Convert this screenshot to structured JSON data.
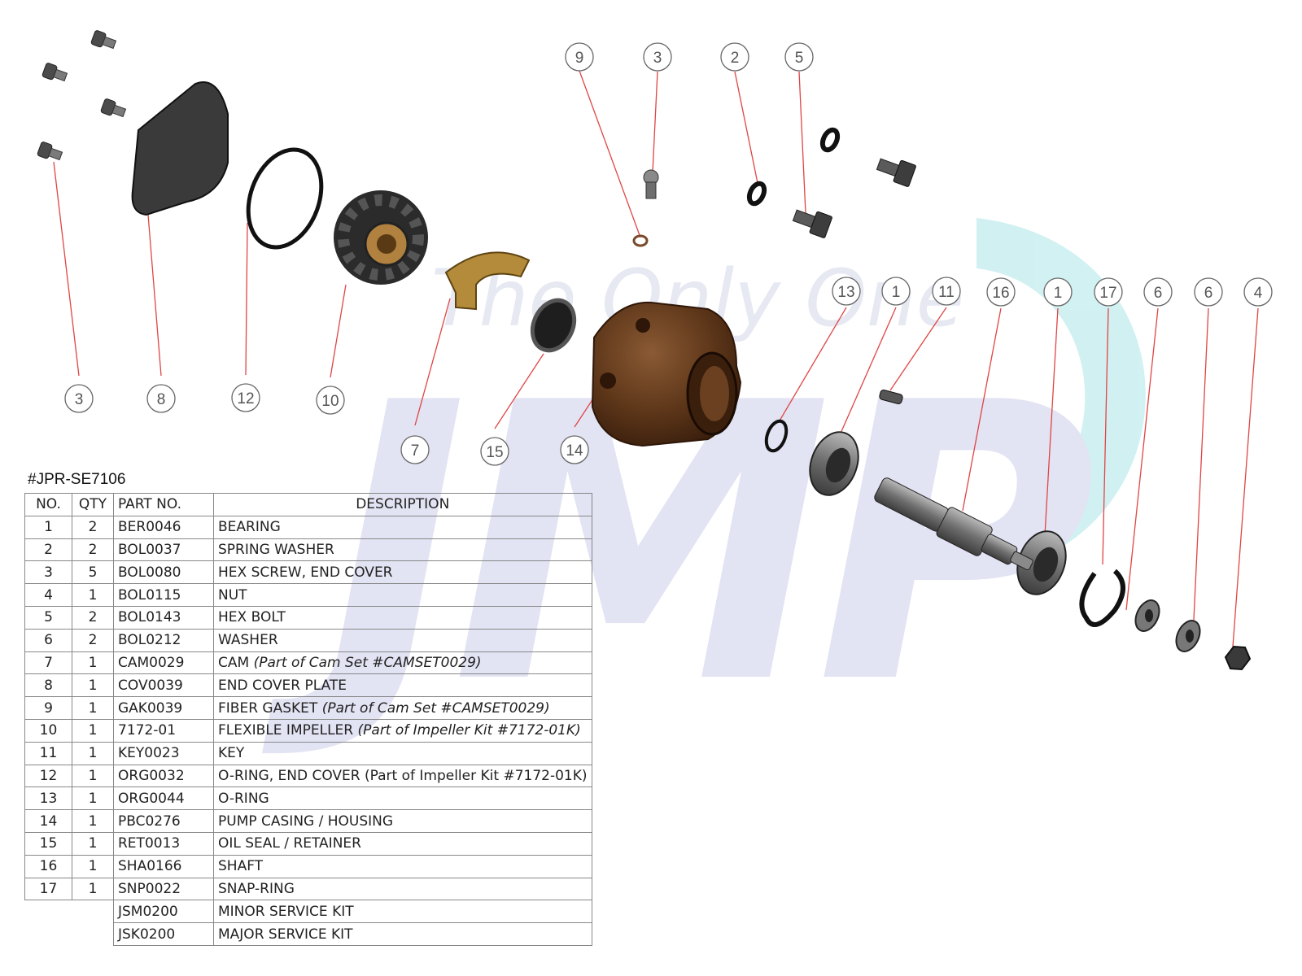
{
  "watermark": {
    "text": "The Only One",
    "logo": "JMP",
    "logo_colors": [
      "#dfe1f2",
      "#cdeff1"
    ]
  },
  "callouts": [
    "9",
    "3",
    "2",
    "5",
    "3",
    "8",
    "12",
    "10",
    "7",
    "15",
    "14",
    "13",
    "1",
    "11",
    "16",
    "1",
    "17",
    "6",
    "6",
    "4"
  ],
  "parts_list": {
    "kit_code": "#JPR-SE7106",
    "headers": {
      "no": "NO.",
      "qty": "QTY",
      "part_no": "PART NO.",
      "description": "DESCRIPTION"
    },
    "rows": [
      {
        "no": "1",
        "qty": "2",
        "part_no": "BER0046",
        "description": "BEARING",
        "note": ""
      },
      {
        "no": "2",
        "qty": "2",
        "part_no": "BOL0037",
        "description": "SPRING WASHER",
        "note": ""
      },
      {
        "no": "3",
        "qty": "5",
        "part_no": "BOL0080",
        "description": "HEX SCREW, END COVER",
        "note": ""
      },
      {
        "no": "4",
        "qty": "1",
        "part_no": "BOL0115",
        "description": "NUT",
        "note": ""
      },
      {
        "no": "5",
        "qty": "2",
        "part_no": "BOL0143",
        "description": "HEX BOLT",
        "note": ""
      },
      {
        "no": "6",
        "qty": "2",
        "part_no": "BOL0212",
        "description": "WASHER",
        "note": ""
      },
      {
        "no": "7",
        "qty": "1",
        "part_no": "CAM0029",
        "description": "CAM",
        "note": "(Part of Cam Set #CAMSET0029)"
      },
      {
        "no": "8",
        "qty": "1",
        "part_no": "COV0039",
        "description": "END COVER PLATE",
        "note": ""
      },
      {
        "no": "9",
        "qty": "1",
        "part_no": "GAK0039",
        "description": "FIBER GASKET",
        "note": "(Part of Cam Set #CAMSET0029)"
      },
      {
        "no": "10",
        "qty": "1",
        "part_no": "7172-01",
        "description": "FLEXIBLE IMPELLER",
        "note": "(Part of Impeller Kit #7172-01K)"
      },
      {
        "no": "11",
        "qty": "1",
        "part_no": "KEY0023",
        "description": "KEY",
        "note": ""
      },
      {
        "no": "12",
        "qty": "1",
        "part_no": "ORG0032",
        "description": "O-RING, END COVER (Part of Impeller Kit #7172-01K)",
        "note": ""
      },
      {
        "no": "13",
        "qty": "1",
        "part_no": "ORG0044",
        "description": "O-RING",
        "note": ""
      },
      {
        "no": "14",
        "qty": "1",
        "part_no": "PBC0276",
        "description": "PUMP CASING / HOUSING",
        "note": ""
      },
      {
        "no": "15",
        "qty": "1",
        "part_no": "RET0013",
        "description": "OIL SEAL / RETAINER",
        "note": ""
      },
      {
        "no": "16",
        "qty": "1",
        "part_no": "SHA0166",
        "description": "SHAFT",
        "note": ""
      },
      {
        "no": "17",
        "qty": "1",
        "part_no": "SNP0022",
        "description": "SNAP-RING",
        "note": ""
      }
    ],
    "kits": [
      {
        "part_no": "JSM0200",
        "description": "MINOR SERVICE KIT"
      },
      {
        "part_no": "JSK0200",
        "description": "MAJOR SERVICE KIT"
      }
    ]
  }
}
